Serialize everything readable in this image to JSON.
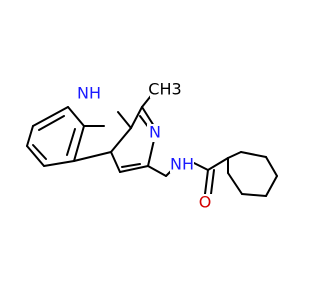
{
  "molecule": {
    "atom_labels": {
      "indole_nh": "NH",
      "methyl": "CH3",
      "pyridine_n": "N",
      "amide_nh": "NH",
      "carbonyl_o": "O"
    },
    "colors": {
      "bond": "#000000",
      "nitrogen": "#1a1aff",
      "oxygen": "#d40000"
    }
  }
}
